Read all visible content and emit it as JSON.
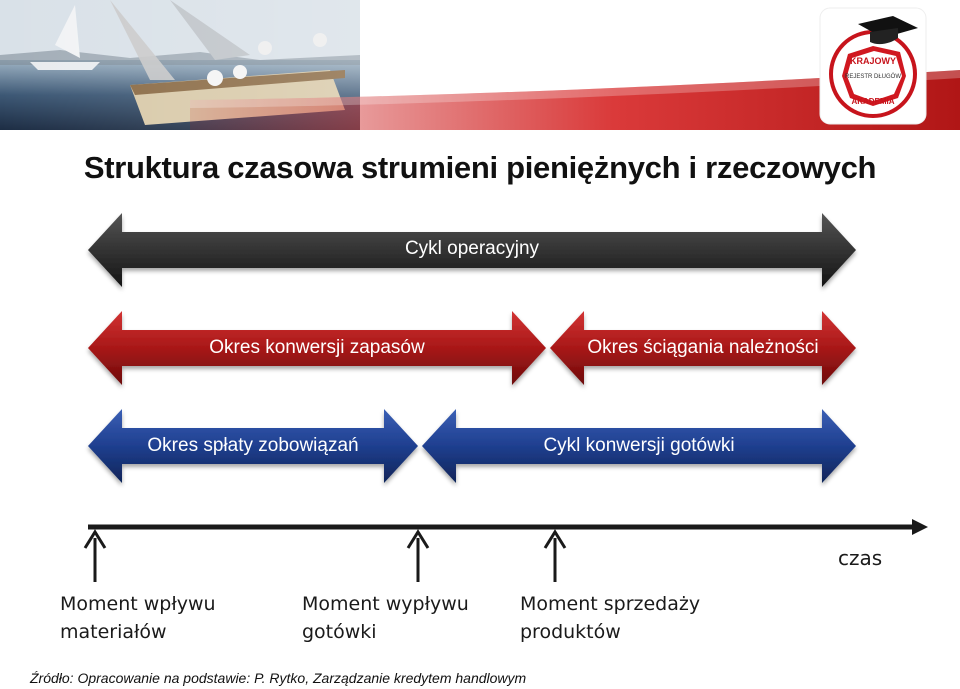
{
  "title": "Struktura czasowa strumieni pieniężnych i rzeczowych",
  "logo": {
    "text_top": "KRAJOWY",
    "text_middle": "REJESTR DŁUGÓW",
    "text_bottom": "AKADEMIA"
  },
  "colors": {
    "operational": "#2b2b2b",
    "red": "#b01c1c",
    "blue": "#1f3f8f"
  },
  "arrows": {
    "operating_cycle": "Cykl operacyjny",
    "inventory_conversion": "Okres konwersji zapasów",
    "receivables_collection": "Okres ściągania należności",
    "payables_period": "Okres spłaty zobowiązań",
    "cash_conversion": "Cykl konwersji gotówki"
  },
  "timeline": {
    "axis_label": "czas",
    "moments": [
      {
        "line1": "Moment wpływu",
        "line2": "materiałów"
      },
      {
        "line1": "Moment wypływu",
        "line2": "gotówki"
      },
      {
        "line1": "Moment sprzedaży",
        "line2": "produktów"
      }
    ]
  },
  "source": "Źródło: Opracowanie na podstawie: P. Rytko, Zarządzanie kredytem handlowym"
}
